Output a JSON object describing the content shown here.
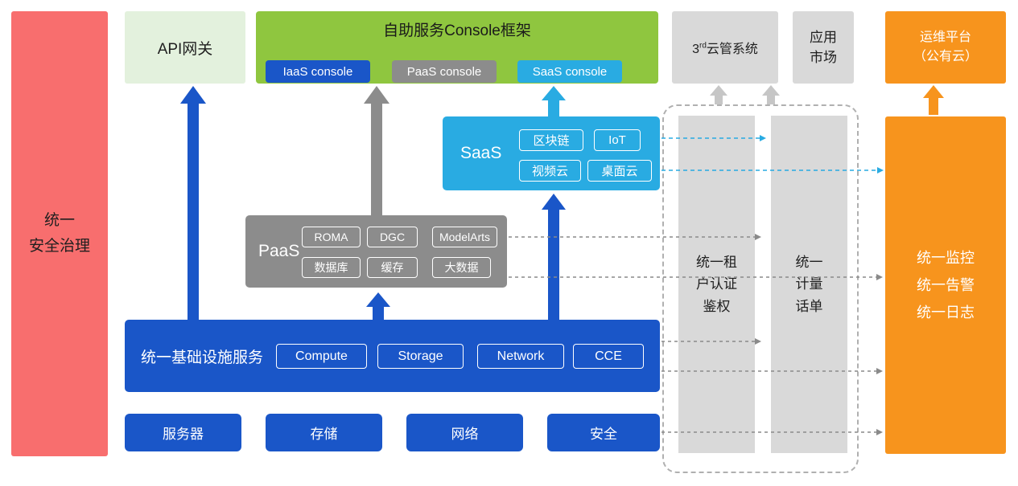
{
  "palette": {
    "red": "#F86E6E",
    "pale_green": "#E3F1DD",
    "green": "#8FC63F",
    "blue": "#1A56C8",
    "gray": "#8C8C8C",
    "cyan": "#29ABE2",
    "light_gray": "#D9D9D9",
    "orange": "#F7941D"
  },
  "security_bar": {
    "label": "统一\n安全治理"
  },
  "api_gateway": {
    "label": "API网关"
  },
  "console_framework": {
    "title": "自助服务Console框架",
    "iaas": "IaaS console",
    "paas": "PaaS console",
    "saas": "SaaS console"
  },
  "third_party_cloud": {
    "base": "3",
    "sup": "rd",
    "rest": "云管系统"
  },
  "app_market": {
    "label": "应用\n市场"
  },
  "ops_platform": {
    "label": "运维平台\n（公有云）"
  },
  "saas": {
    "label": "SaaS",
    "items": [
      "区块链",
      "IoT",
      "视频云",
      "桌面云"
    ]
  },
  "paas": {
    "label": "PaaS",
    "items": [
      "ROMA",
      "DGC",
      "ModelArts",
      "数据库",
      "缓存",
      "大数据"
    ]
  },
  "infrastructure": {
    "label": "统一基础设施服务",
    "items": [
      "Compute",
      "Storage",
      "Network",
      "CCE"
    ]
  },
  "hardware": {
    "items": [
      "服务器",
      "存储",
      "网络",
      "安全"
    ]
  },
  "pipelines": {
    "auth": "统一租\n户认证\n鉴权",
    "metering": "统一\n计量\n话单"
  },
  "monitoring": {
    "label": "统一监控\n统一告警\n统一日志"
  }
}
